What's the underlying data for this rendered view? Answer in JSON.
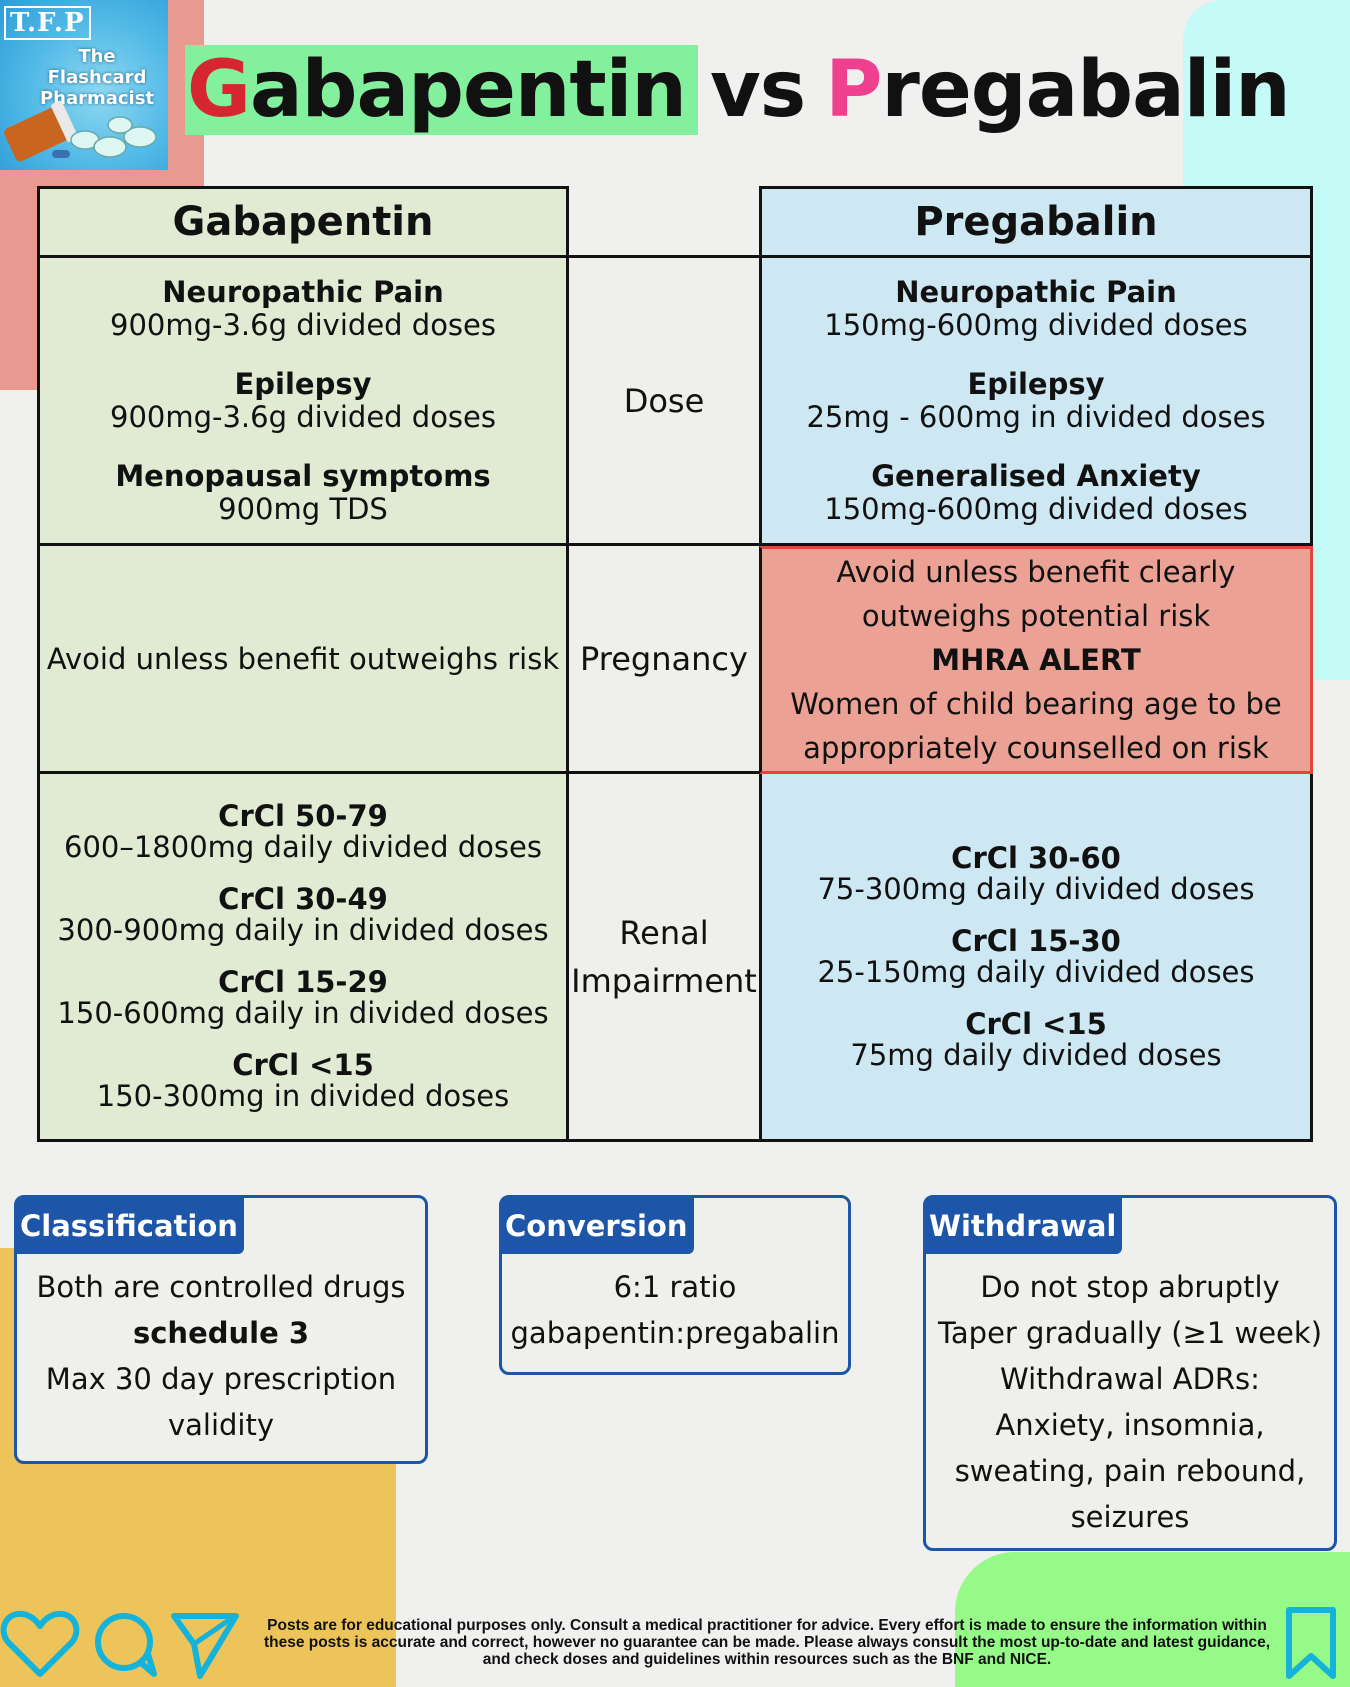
{
  "logo": {
    "initials": "T.F.P",
    "name": "The Flashcard Pharmacist"
  },
  "title": {
    "gab_first": "G",
    "gab_rest": "abapentin",
    "vs": "vs",
    "pre_first": "P",
    "pre_rest": "regabalin"
  },
  "table": {
    "headers": {
      "gabapentin": "Gabapentin",
      "pregabalin": "Pregabalin"
    },
    "rows": {
      "dose": {
        "label": "Dose",
        "gabapentin": [
          {
            "heading": "Neuropathic Pain",
            "text": "900mg-3.6g divided doses"
          },
          {
            "heading": "Epilepsy",
            "text": "900mg-3.6g divided doses"
          },
          {
            "heading": "Menopausal symptoms",
            "text": "900mg TDS"
          }
        ],
        "pregabalin": [
          {
            "heading": "Neuropathic Pain",
            "text": "150mg-600mg divided doses"
          },
          {
            "heading": "Epilepsy",
            "text": "25mg - 600mg in divided doses"
          },
          {
            "heading": "Generalised Anxiety",
            "text": "150mg-600mg divided doses"
          }
        ]
      },
      "pregnancy": {
        "label": "Pregnancy",
        "gabapentin": "Avoid unless benefit outweighs risk",
        "pregabalin": {
          "line1": "Avoid unless benefit clearly outweighs potential risk",
          "alert": "MHRA ALERT",
          "line2": "Women of child bearing age to be appropriately counselled on risk"
        }
      },
      "renal": {
        "label_1": "Renal",
        "label_2": "Impairment",
        "gabapentin": [
          {
            "heading": "CrCl 50-79",
            "text": "600–1800mg daily divided doses"
          },
          {
            "heading": "CrCl 30-49",
            "text": "300-900mg daily in divided doses"
          },
          {
            "heading": "CrCl 15-29",
            "text": "150-600mg daily in divided doses"
          },
          {
            "heading": "CrCl <15",
            "text": "150-300mg in divided doses"
          }
        ],
        "pregabalin": [
          {
            "heading": "CrCl 30-60",
            "text": "75-300mg daily divided doses"
          },
          {
            "heading": "CrCl 15-30",
            "text": "25-150mg daily divided doses"
          },
          {
            "heading": "CrCl <15",
            "text": "75mg daily divided doses"
          }
        ]
      }
    }
  },
  "cards": {
    "classification": {
      "tag": "Classification",
      "line1": "Both are controlled drugs",
      "line2": "schedule 3",
      "line3": "Max 30 day prescription",
      "line4": "validity"
    },
    "conversion": {
      "tag": "Conversion",
      "line1": "6:1 ratio",
      "line2": "gabapentin:pregabalin"
    },
    "withdrawal": {
      "tag": "Withdrawal",
      "line1": "Do not stop abruptly",
      "line2": "Taper gradually (≥1 week)",
      "line3": "Withdrawal ADRs:",
      "line4": "Anxiety, insomnia,",
      "line5": "sweating, pain rebound,",
      "line6": "seizures"
    }
  },
  "footer": {
    "disclaimer": "Posts are for educational purposes only.  Consult a medical practitioner for advice. Every effort is made to ensure the information within these posts is accurate and correct, however no guarantee can be made. Please always consult the most up-to-date and latest guidance, and check doses and guidelines within resources such as the BNF and NICE.",
    "icons": [
      "heart-icon",
      "comment-icon",
      "share-icon",
      "bookmark-icon"
    ]
  },
  "colors": {
    "gabapentin_bg": "#e1ebd4",
    "pregabalin_bg": "#cde8f3",
    "alert_bg": "#eba294",
    "card_blue": "#1d55a8",
    "title_highlight": "#83f09d",
    "title_g": "#d6262f",
    "title_p": "#ef3f8f"
  }
}
